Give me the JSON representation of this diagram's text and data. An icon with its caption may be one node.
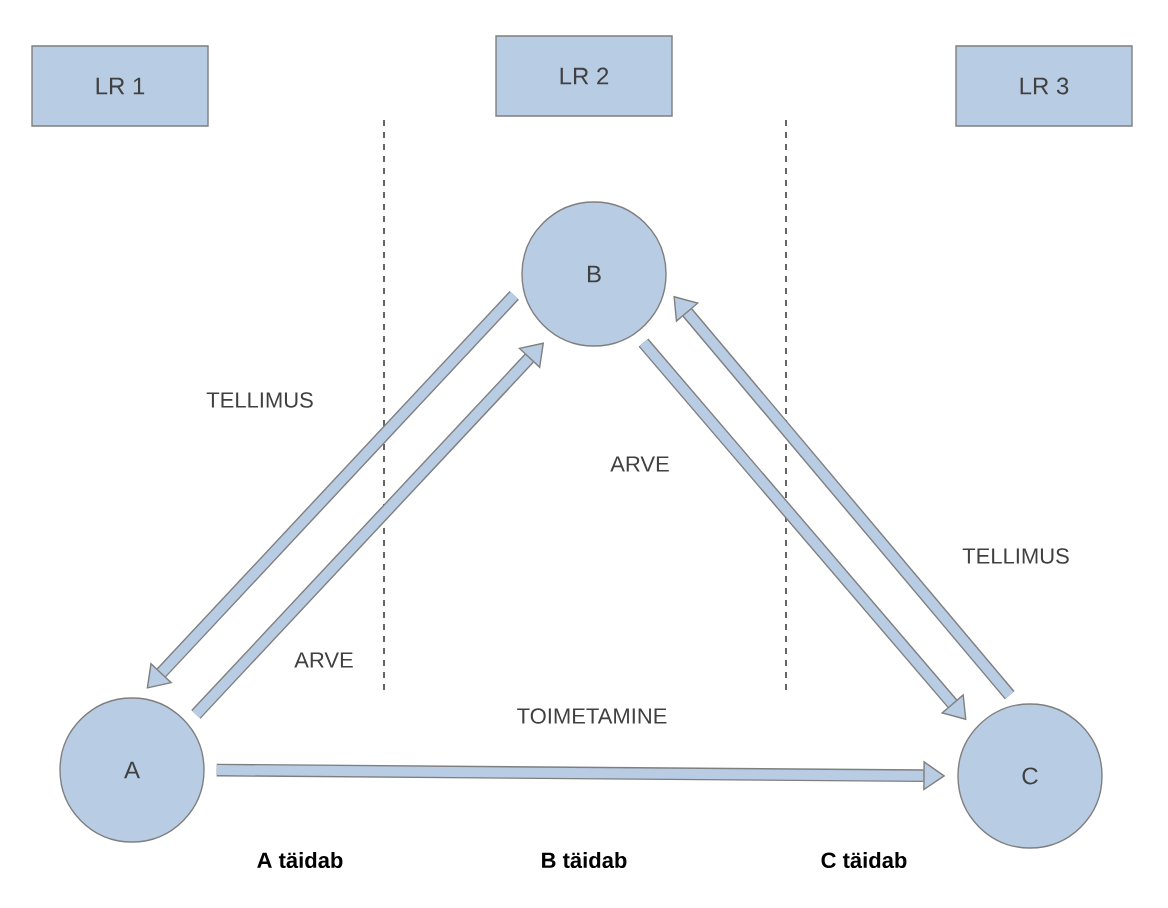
{
  "diagram": {
    "nodes": [
      {
        "text": [
          "LR 1"
        ]
      },
      {
        "text": [
          "LR 2"
        ]
      },
      {
        "text": [
          "LR 3"
        ]
      },
      {
        "text": [
          "B"
        ]
      },
      {
        "text": [
          "A"
        ]
      },
      {
        "text": [
          "C"
        ]
      }
    ],
    "edges": [
      {
        "from": 3,
        "to": 4,
        "arrow": "to",
        "label": "TELLIMUS"
      },
      {
        "from": 4,
        "to": 3,
        "arrow": "to",
        "label": "ARVE"
      },
      {
        "from": 3,
        "to": 5,
        "arrow": "to",
        "label": "ARVE"
      },
      {
        "from": 5,
        "to": 3,
        "arrow": "to",
        "label": "TELLIMUS"
      },
      {
        "from": 4,
        "to": 5,
        "arrow": "to",
        "label": "TOIMETAMINE"
      }
    ],
    "labels": [
      "A täidab",
      "B täidab",
      "C täidab"
    ]
  }
}
